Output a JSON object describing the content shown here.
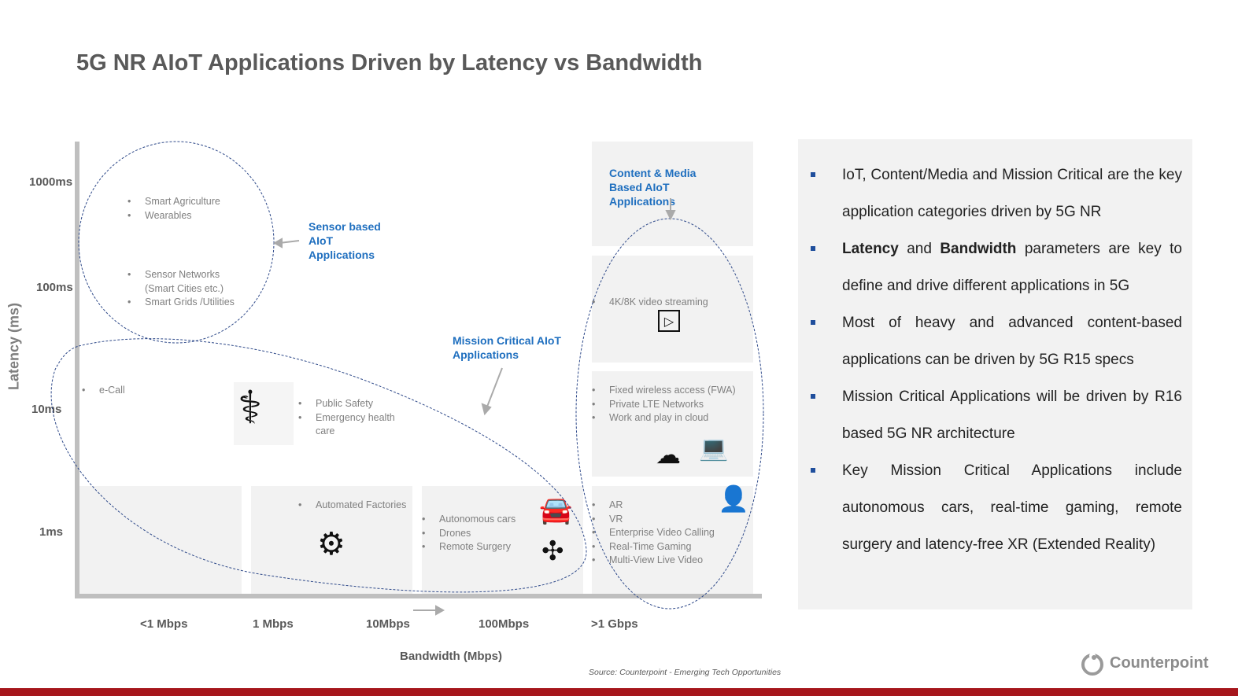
{
  "title": "5G NR AIoT Applications Driven by Latency vs Bandwidth",
  "y_axis": {
    "label": "Latency (ms)",
    "ticks": [
      "1000ms",
      "100ms",
      "10ms",
      "1ms"
    ]
  },
  "x_axis": {
    "label": "Bandwidth (Mbps)",
    "ticks": [
      "<1 Mbps",
      "1 Mbps",
      "10Mbps",
      "100Mbps",
      ">1 Gbps"
    ]
  },
  "categories": {
    "sensor": "Sensor based AIoT Applications",
    "mission": "Mission Critical AIoT Applications",
    "content": "Content & Media Based AIoT Applications"
  },
  "sensor_lists": {
    "a": [
      "Smart Agriculture",
      "Wearables"
    ],
    "b": [
      "Sensor Networks (Smart Cities etc.)",
      "Smart Grids /Utilities"
    ]
  },
  "ecall": [
    "e-Call"
  ],
  "public": [
    "Public Safety",
    "Emergency health care"
  ],
  "factories": [
    "Automated Factories"
  ],
  "autonomous": [
    "Autonomous cars",
    "Drones",
    "Remote Surgery"
  ],
  "video": [
    "4K/8K video streaming"
  ],
  "fwa": [
    "Fixed wireless access (FWA)",
    "Private LTE Networks",
    "Work and play in cloud"
  ],
  "xr": [
    "AR",
    "VR",
    "Enterprise Video Calling",
    "Real-Time Gaming",
    "Multi-View Live Video"
  ],
  "panel": [
    {
      "pre": "",
      "b1": "",
      "mid": "IoT, Content/Media and Mission Critical are the key application categories driven by 5G NR",
      "b2": "",
      "post": ""
    },
    {
      "pre": "",
      "b1": "Latency",
      "mid": " and ",
      "b2": "Bandwidth",
      "post": " parameters are key to define and drive different applications in 5G"
    },
    {
      "pre": "",
      "b1": "",
      "mid": "Most of heavy and advanced content-based applications can be driven by 5G R15 specs",
      "b2": "",
      "post": ""
    },
    {
      "pre": "",
      "b1": "",
      "mid": "Mission Critical Applications will be driven by R16 based 5G NR architecture",
      "b2": "",
      "post": ""
    },
    {
      "pre": "",
      "b1": "",
      "mid": "Key Mission Critical Applications include autonomous cars, real-time gaming, remote surgery and latency-free XR (Extended Reality)",
      "b2": "",
      "post": ""
    }
  ],
  "source": "Source: Counterpoint - Emerging Tech Opportunities",
  "logo": "Counterpoint",
  "colors": {
    "accent": "#1f6fbf",
    "bar": "#a6161c",
    "box": "#f2f2f2"
  }
}
